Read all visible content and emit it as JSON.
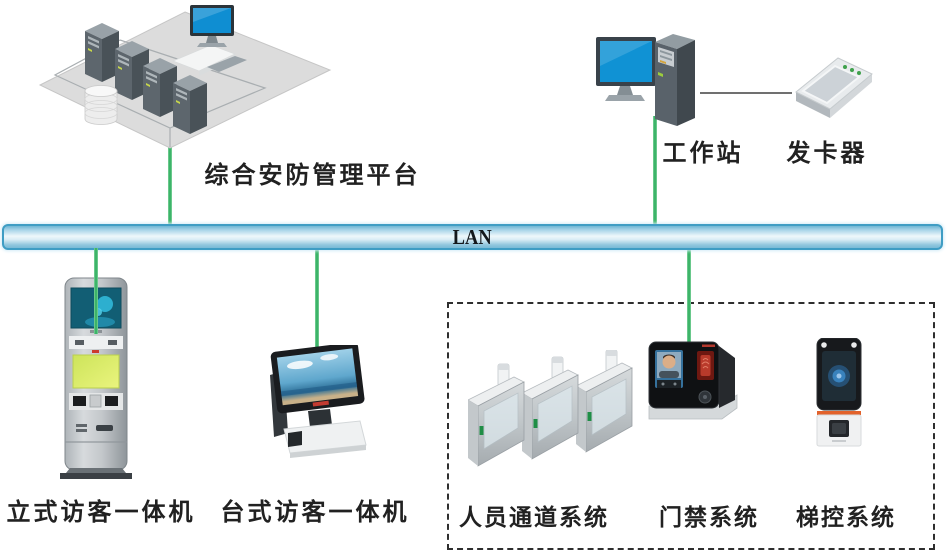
{
  "lan": {
    "label": "LAN"
  },
  "nodes": {
    "platform": {
      "label": "综合安防管理平台",
      "icon": "server-cluster-platform-icon"
    },
    "workstation": {
      "label": "工作站",
      "icon": "workstation-computer-icon"
    },
    "card_issuer": {
      "label": "发卡器",
      "icon": "card-issuer-reader-icon"
    },
    "standing_kiosk": {
      "label": "立式访客一体机",
      "icon": "standing-visitor-kiosk-icon"
    },
    "desktop_kiosk": {
      "label": "台式访客一体机",
      "icon": "desktop-visitor-terminal-icon"
    },
    "turnstile_system": {
      "label": "人员通道系统",
      "icon": "speed-gate-turnstile-icon"
    },
    "access_control_system": {
      "label": "门禁系统",
      "icon": "face-access-terminal-icon"
    },
    "elevator_control_system": {
      "label": "梯控系统",
      "icon": "elevator-reader-icon"
    }
  },
  "colors": {
    "connector_green": "#27a958",
    "cable_gray": "#707070",
    "lan_border": "#3f9dc4",
    "dashed_border": "#2e2e2e",
    "label_color": "#212121"
  }
}
